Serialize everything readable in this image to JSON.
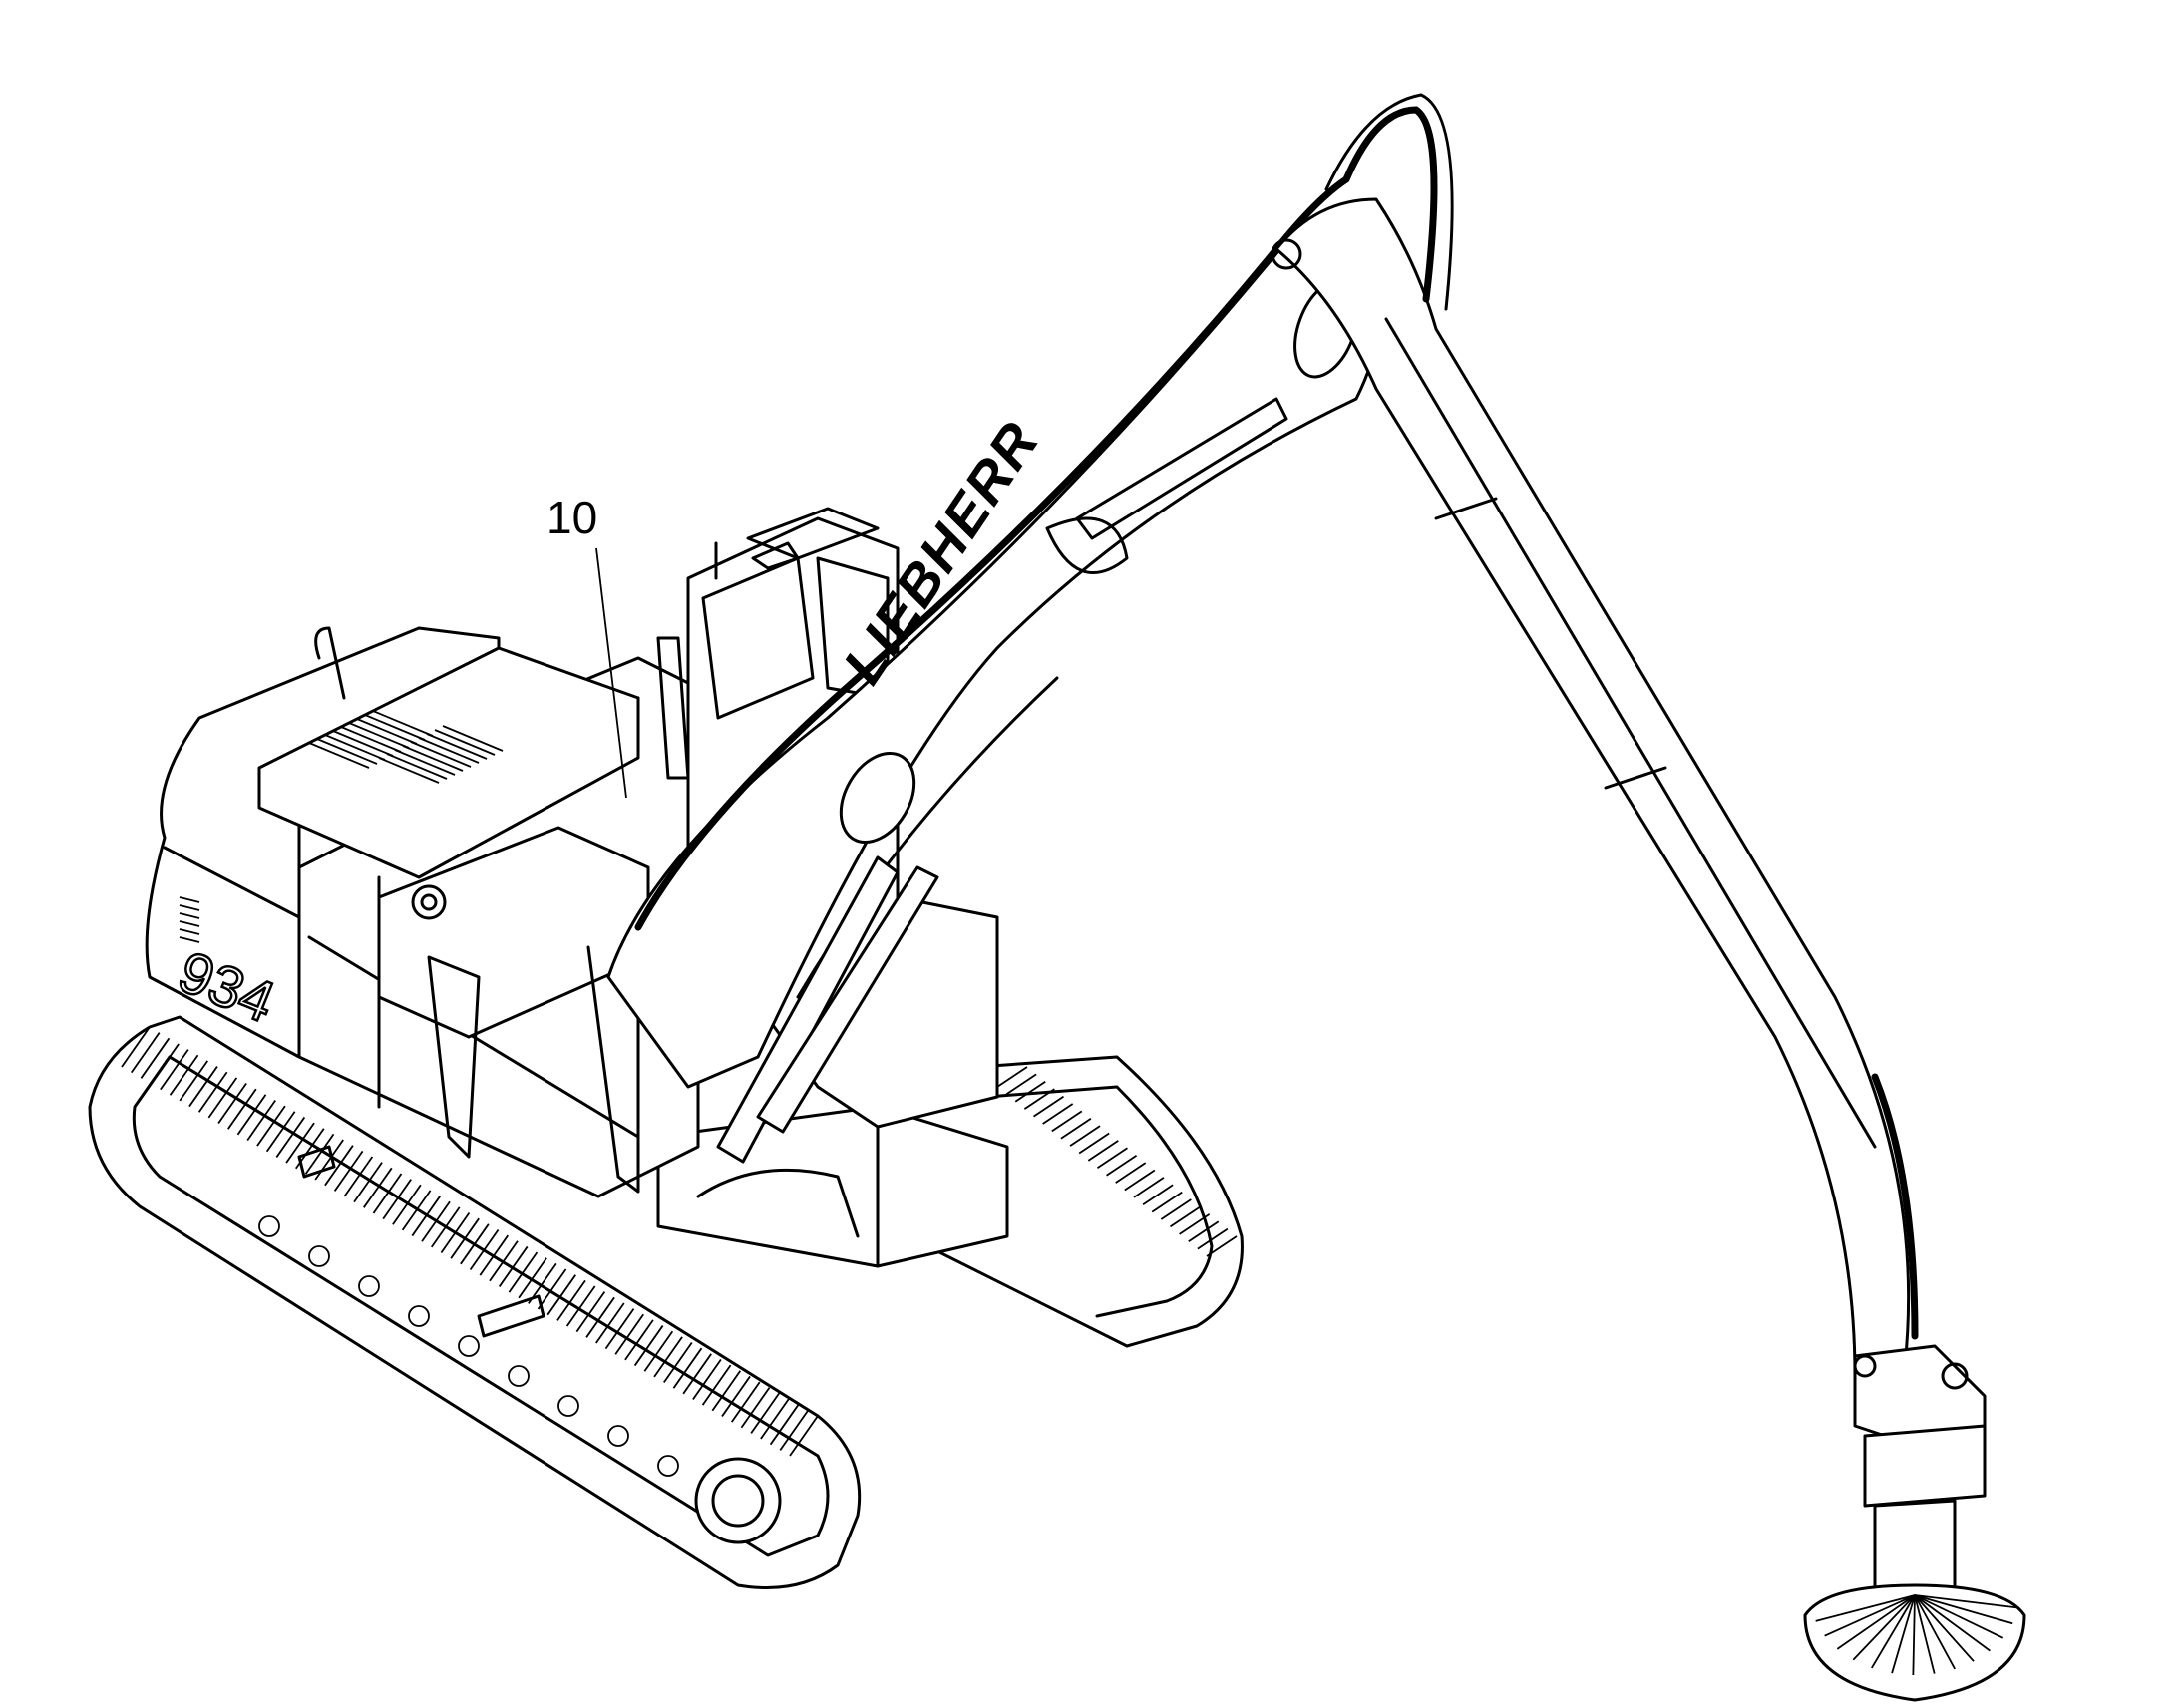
{
  "callouts": [
    {
      "id": "10",
      "text": "10"
    }
  ],
  "markings": {
    "brand": "LIEBHERR",
    "model": "934"
  },
  "colors": {
    "line": "#000000",
    "background": "#ffffff"
  }
}
